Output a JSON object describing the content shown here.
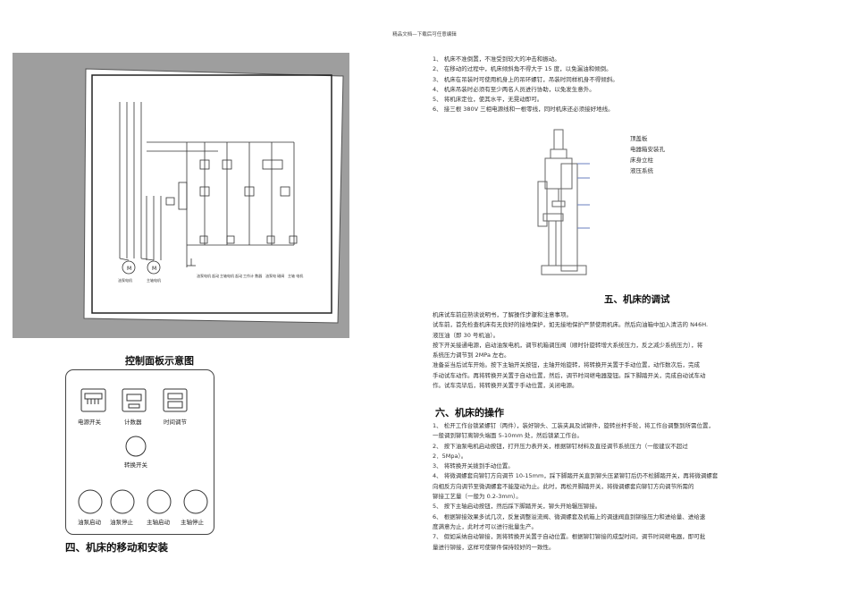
{
  "header": "精品文档—下载后可任意编辑",
  "schematic": {
    "motor1": "油泵电机",
    "motor2": "主轴电机",
    "col1": "油泵电机\n起动",
    "col2": "主轴电机\n起动",
    "col3": "工作计\n数器",
    "col4": "油泵电\n磁阀",
    "col5": "主轴\n电机"
  },
  "panel_caption": "控制面板示意图",
  "panel": {
    "power": "电源开关",
    "counter": "计数器",
    "timer": "时间调节",
    "switch": "转换开关",
    "b1": "油泵启动",
    "b2": "油泵停止",
    "b3": "主轴启动",
    "b4": "主轴停止"
  },
  "section4": "四、机床的移动和安装",
  "install_list": [
    "1、 机床不准倒置，不准受到较大的冲击和振动。",
    "2、 在移动的过程中，机床倾斜角不得大于 15 度，以免漏油和倾倒。",
    "3、 机床在吊装时可使用机身上的吊环螺钉，吊装时同样机身不得倾斜。",
    "4、 机床吊装时必须有至少两名人员进行协助，以免发生意外。",
    "5、 将机床定位，使其水平，无晃动即可。",
    "6、 接三根 380V 三相电源线和一根零线，同时机床还必须接好地线。"
  ],
  "machine_labels": [
    "顶盖板",
    "电器箱安装孔",
    "床身立柱",
    "液压系统"
  ],
  "section5": "五、机床的调试",
  "debug_text": [
    "机床试车前应熟读说明书，了解操作步骤和注意事项。",
    "试车前，首先检查机床有无良好的接地保护，如无接地保护严禁使用机床。然后向油箱中加入清洁的 N46H.",
    "液压油（即 30 号机油）。",
    "按下开关接通电源，启动油泵电机，调节机箱调压阀（顺时针旋转增大系统压力，反之减少系统压力），将",
    "系统压力调节到 2MPa 左右。",
    "   准备妥当后试车开始。按下主轴开关按钮，主轴开始旋转，将转换开关置于手动位置，动作数次后，完成",
    "手动试车动作。再将转换开关置于自动位置，然后，调节时间继电器旋钮。踩下脚踏开关，完成自动试车动",
    "作。试车完毕后，将转换开关置于手动位置，关闭电源。"
  ],
  "section6": "六、机床的操作",
  "op_text": [
    "1、 松开工作台锁紧螺钉（两件），装好铆头、工装夹具及试铆件，旋转丝杆手轮，将工作台调整到所需位置，",
    "     一般调到铆钉离铆头端面 5-10mm 处，然后锁紧工作台。",
    "2、 按下油泵电机启动按钮，打开压力表开关，根据铆钉材料及直径调节系统压力（一般建议不超过",
    "     2．5Mpa）。",
    "3、 将转换开关拨到手动位置。",
    "4、 将微调螺套向铆钉方向调节 10-15mm，踩下脚踏开关直到铆头压紧铆钉后仍不松脚踏开关，再将微调螺套",
    "     向相反方向调节至微调螺套不能旋动为止。此时，再松开脚踏开关，将微调螺套向铆钉方向调节所需的",
    "     铆接工艺量（一般为 0.2-3mm）。",
    "5、 按下主轴启动按钮，然后踩下脚踏开关，铆头开始辗压铆接。",
    "6、 根据铆接效果多试几次，反复调整溢流阀、微调螺套及机箱上的调速阀直到铆接压力和进给量、进给速",
    "     度满意为止，此时才可以进行批量生产。",
    "7、 假如采纳自动铆接，则将转换开关置于自动位置。根据铆钉铆接的成型时间，调节时间继电器，即可批",
    "     量进行铆接，这样可使铆件保持较好的一致性。"
  ]
}
